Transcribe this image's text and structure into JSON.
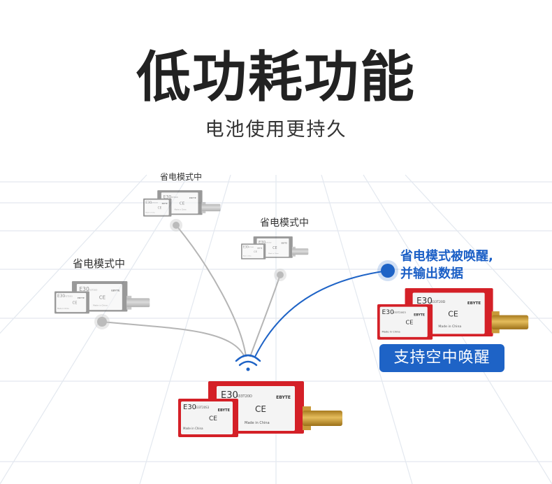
{
  "header": {
    "title": "低功耗功能",
    "subtitle": "电池使用更持久"
  },
  "nodes": [
    {
      "status": "省电模式中"
    },
    {
      "status": "省电模式中"
    },
    {
      "status": "省电模式中"
    }
  ],
  "active_node": {
    "line1": "省电模式被唤醒,",
    "line2": "并输出数据",
    "button": "支持空中唤醒"
  },
  "module": {
    "series": "E30",
    "model_big": "433T20D",
    "model_small": "433T20S3",
    "brand": "EBYTE",
    "cert": "CE",
    "made": "Made in China"
  },
  "colors": {
    "accent": "#1e63c6",
    "board": "#d42027",
    "line_gray": "#b5b5b5"
  }
}
